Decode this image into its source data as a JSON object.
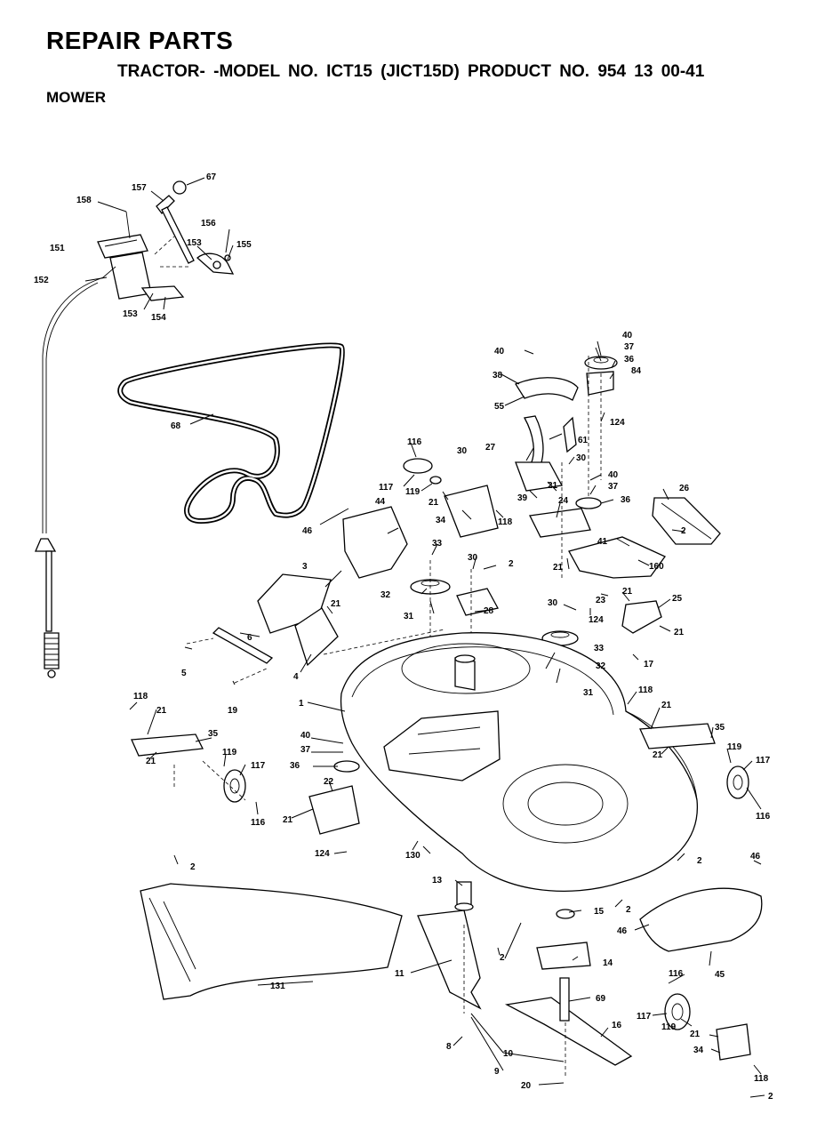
{
  "header": {
    "title": "REPAIR PARTS",
    "subtitle": "TRACTOR- -MODEL NO. ICT15 (JICT15D) PRODUCT NO. 954 13 00-41",
    "section": "MOWER"
  },
  "callouts": [
    "67",
    "157",
    "158",
    "156",
    "151",
    "153",
    "155",
    "152",
    "153",
    "154",
    "68",
    "40",
    "40",
    "37",
    "36",
    "84",
    "38",
    "55",
    "124",
    "61",
    "116",
    "27",
    "30",
    "30",
    "117",
    "119",
    "21",
    "21",
    "39",
    "40",
    "37",
    "36",
    "26",
    "46",
    "44",
    "34",
    "118",
    "24",
    "2",
    "33",
    "41",
    "30",
    "2",
    "21",
    "160",
    "3",
    "32",
    "28",
    "23",
    "21",
    "31",
    "30",
    "124",
    "25",
    "21",
    "6",
    "21",
    "33",
    "5",
    "4",
    "32",
    "17",
    "19",
    "31",
    "118",
    "21",
    "118",
    "21",
    "1",
    "35",
    "35",
    "40",
    "119",
    "37",
    "21",
    "21",
    "119",
    "117",
    "36",
    "117",
    "22",
    "116",
    "116",
    "21",
    "124",
    "130",
    "2",
    "2",
    "46",
    "13",
    "15",
    "2",
    "46",
    "2",
    "14",
    "45",
    "11",
    "131",
    "116",
    "69",
    "117",
    "119",
    "8",
    "16",
    "21",
    "10",
    "34",
    "118",
    "9",
    "20",
    "2"
  ]
}
